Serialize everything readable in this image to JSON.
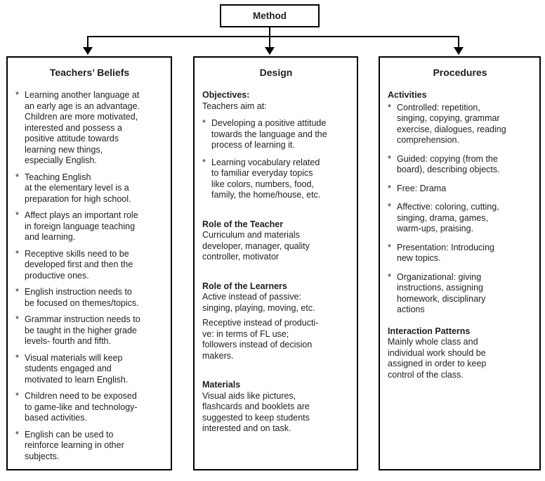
{
  "method_label": "Method",
  "bullet_char": "*",
  "colors": {
    "border": "#000000",
    "text": "#1e1e21",
    "background": "#ffffff"
  },
  "columns": {
    "beliefs": {
      "title": "Teachers’ Beliefs",
      "bullets": [
        "Learning another language at\nan early age is an advantage.\nChildren are more motivated,\ninterested and possess a\npositive attitude towards\nlearning new things,\nespecially English.",
        "Teaching English\nat the elementary level is a\npreparation for high school.",
        "Affect plays an important role\nin foreign language teaching\nand learning.",
        "Receptive skills need to be\ndeveloped first and then the\nproductive ones.",
        "English instruction needs to\nbe focused on themes/topics.",
        "Grammar instruction needs to\nbe taught in the higher grade\nlevels- fourth and fifth.",
        "Visual materials will keep\nstudents engaged and\nmotivated to learn English.",
        "Children need to be exposed\nto game-like and technology-\nbased activities.",
        "English can be used to\nreinforce learning in other\nsubjects."
      ]
    },
    "design": {
      "title": "Design",
      "objectives_heading": "Objectives:",
      "objectives_intro": "Teachers aim at:",
      "objective_bullets": [
        "Developing a positive attitude\ntowards the language and the\nprocess of learning it.",
        "Learning vocabulary related\nto familiar everyday topics\nlike colors, numbers, food,\nfamily, the home/house, etc."
      ],
      "teacher_role_heading": "Role of the Teacher",
      "teacher_role_text": "Curriculum and materials\ndeveloper, manager, quality\ncontroller, motivator",
      "learner_role_heading": "Role of the Learners",
      "learner_role_active": "Active instead of passive:\nsinging, playing, moving, etc.",
      "learner_role_receptive": "Receptive instead of producti-\nve: in terms of FL use;\nfollowers instead of decision\nmakers.",
      "materials_heading": "Materials",
      "materials_text": "Visual aids like pictures,\nflashcards and booklets are\nsuggested to keep students\ninterested and on task."
    },
    "procedures": {
      "title": "Procedures",
      "activities_heading": "Activities",
      "activity_bullets": [
        "Controlled: repetition,\nsinging, copying, grammar\nexercise, dialogues, reading\ncomprehension.",
        "Guided: copying (from the\nboard), describing objects.",
        "Free: Drama",
        "Affective: coloring, cutting,\nsinging, drama, games,\nwarm-ups, praising.",
        "Presentation: Introducing\nnew topics.",
        "Organizational: giving\ninstructions, assigning\nhomework, disciplinary\nactions"
      ],
      "interaction_heading": "Interaction Patterns",
      "interaction_text": "Mainly whole class and\nindividual work should be\nassigned in order to keep\ncontrol of the class."
    }
  }
}
